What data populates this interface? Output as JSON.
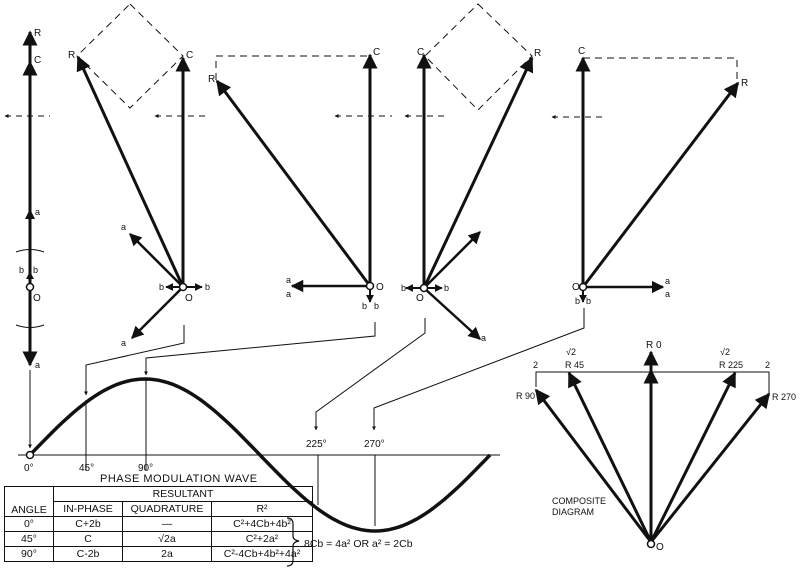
{
  "title": "PHASE MODULATION WAVE",
  "vector_labels": {
    "R": "R",
    "C": "C",
    "a": "a",
    "b": "b",
    "O": "O"
  },
  "wave": {
    "angles": [
      "0°",
      "45°",
      "90°",
      "225°",
      "270°"
    ]
  },
  "table": {
    "group_header": "RESULTANT",
    "headers": [
      "ANGLE",
      "IN-PHASE",
      "QUADRATURE",
      "R²"
    ],
    "rows": [
      [
        "0°",
        "C+2b",
        "—",
        "C²+4Cb+4b²"
      ],
      [
        "45°",
        "C",
        "√2a",
        "C²+2a²"
      ],
      [
        "90°",
        "C-2b",
        "2a",
        "C²-4Cb+4b²+4a²"
      ]
    ]
  },
  "equation": "8Cb = 4a²  OR  a² = 2Cb",
  "composite": {
    "title_line1": "COMPOSITE",
    "title_line2": "DIAGRAM",
    "labels": {
      "r0": "R 0",
      "r45": "R 45",
      "r90": "R 90",
      "r225": "R 225",
      "r270": "R 270",
      "two_left": "2",
      "two_right": "2",
      "sqrt2_left": "√2",
      "sqrt2_right": "√2",
      "origin": "O"
    }
  }
}
